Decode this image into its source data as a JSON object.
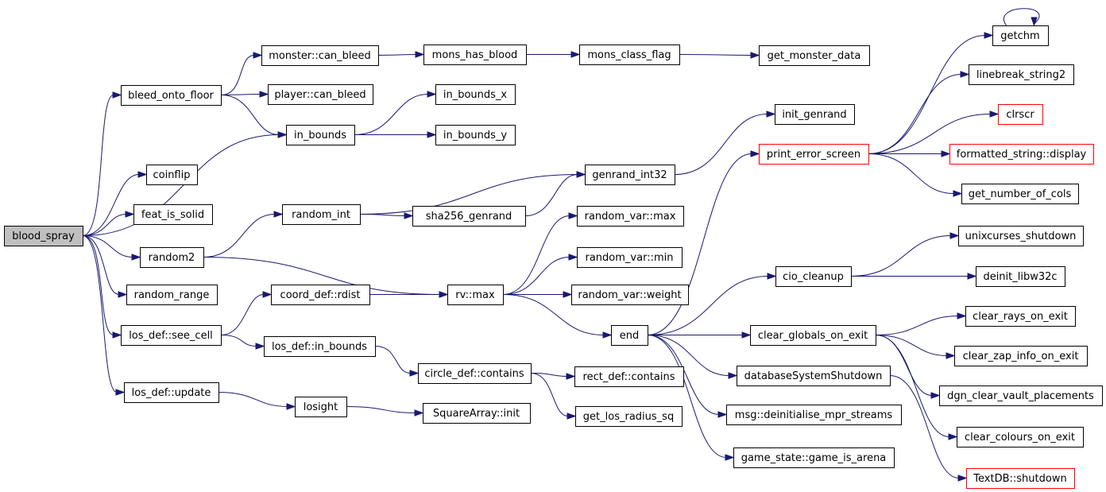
{
  "colors": {
    "node_border": "#000000",
    "node_fill": "#ffffff",
    "root_fill": "#bfbfbf",
    "truncated_border": "#ff0000",
    "edge": "#191970"
  },
  "nodes": [
    {
      "id": "blood_spray",
      "label": "blood_spray",
      "root": true
    },
    {
      "id": "bleed_onto_floor",
      "label": "bleed_onto_floor"
    },
    {
      "id": "coinflip",
      "label": "coinflip"
    },
    {
      "id": "feat_is_solid",
      "label": "feat_is_solid"
    },
    {
      "id": "random2",
      "label": "random2"
    },
    {
      "id": "random_range",
      "label": "random_range"
    },
    {
      "id": "los_def_see_cell",
      "label": "los_def::see_cell"
    },
    {
      "id": "los_def_update",
      "label": "los_def::update"
    },
    {
      "id": "monster_can_bleed",
      "label": "monster::can_bleed"
    },
    {
      "id": "player_can_bleed",
      "label": "player::can_bleed"
    },
    {
      "id": "in_bounds",
      "label": "in_bounds"
    },
    {
      "id": "mons_has_blood",
      "label": "mons_has_blood"
    },
    {
      "id": "mons_class_flag",
      "label": "mons_class_flag"
    },
    {
      "id": "get_monster_data",
      "label": "get_monster_data"
    },
    {
      "id": "in_bounds_x",
      "label": "in_bounds_x"
    },
    {
      "id": "in_bounds_y",
      "label": "in_bounds_y"
    },
    {
      "id": "random_int",
      "label": "random_int"
    },
    {
      "id": "sha256_genrand",
      "label": "sha256_genrand"
    },
    {
      "id": "genrand_int32",
      "label": "genrand_int32"
    },
    {
      "id": "init_genrand",
      "label": "init_genrand"
    },
    {
      "id": "rv_max",
      "label": "rv::max"
    },
    {
      "id": "random_var_max",
      "label": "random_var::max"
    },
    {
      "id": "random_var_min",
      "label": "random_var::min"
    },
    {
      "id": "random_var_weight",
      "label": "random_var::weight"
    },
    {
      "id": "end",
      "label": "end"
    },
    {
      "id": "coord_def_rdist",
      "label": "coord_def::rdist"
    },
    {
      "id": "los_def_in_bounds",
      "label": "los_def::in_bounds"
    },
    {
      "id": "circle_def_contains",
      "label": "circle_def::contains"
    },
    {
      "id": "rect_def_contains",
      "label": "rect_def::contains"
    },
    {
      "id": "get_los_radius_sq",
      "label": "get_los_radius_sq"
    },
    {
      "id": "losight",
      "label": "losight"
    },
    {
      "id": "squarearray_init",
      "label": "SquareArray::init"
    },
    {
      "id": "print_error_screen",
      "label": "print_error_screen",
      "truncated": true
    },
    {
      "id": "cio_cleanup",
      "label": "cio_cleanup"
    },
    {
      "id": "clear_globals_on_exit",
      "label": "clear_globals_on_exit"
    },
    {
      "id": "database_system_shutdown",
      "label": "databaseSystemShutdown"
    },
    {
      "id": "msg_deinitialise_mpr_streams",
      "label": "msg::deinitialise_mpr_streams"
    },
    {
      "id": "game_state_game_is_arena",
      "label": "game_state::game_is_arena"
    },
    {
      "id": "getchm",
      "label": "getchm"
    },
    {
      "id": "linebreak_string2",
      "label": "linebreak_string2"
    },
    {
      "id": "clrscr",
      "label": "clrscr",
      "truncated": true
    },
    {
      "id": "formatted_string_display",
      "label": "formatted_string::display",
      "truncated": true
    },
    {
      "id": "get_number_of_cols",
      "label": "get_number_of_cols"
    },
    {
      "id": "unixcurses_shutdown",
      "label": "unixcurses_shutdown"
    },
    {
      "id": "deinit_libw32c",
      "label": "deinit_libw32c"
    },
    {
      "id": "clear_rays_on_exit",
      "label": "clear_rays_on_exit"
    },
    {
      "id": "clear_zap_info_on_exit",
      "label": "clear_zap_info_on_exit"
    },
    {
      "id": "dgn_clear_vault_placements",
      "label": "dgn_clear_vault_placements"
    },
    {
      "id": "clear_colours_on_exit",
      "label": "clear_colours_on_exit"
    },
    {
      "id": "textdb_shutdown",
      "label": "TextDB::shutdown",
      "truncated": true
    }
  ],
  "edges": [
    [
      "blood_spray",
      "bleed_onto_floor"
    ],
    [
      "blood_spray",
      "in_bounds"
    ],
    [
      "blood_spray",
      "coinflip"
    ],
    [
      "blood_spray",
      "feat_is_solid"
    ],
    [
      "blood_spray",
      "random2"
    ],
    [
      "blood_spray",
      "random_range"
    ],
    [
      "blood_spray",
      "los_def_see_cell"
    ],
    [
      "blood_spray",
      "los_def_update"
    ],
    [
      "bleed_onto_floor",
      "monster_can_bleed"
    ],
    [
      "bleed_onto_floor",
      "player_can_bleed"
    ],
    [
      "bleed_onto_floor",
      "in_bounds"
    ],
    [
      "monster_can_bleed",
      "mons_has_blood"
    ],
    [
      "mons_has_blood",
      "mons_class_flag"
    ],
    [
      "mons_class_flag",
      "get_monster_data"
    ],
    [
      "in_bounds",
      "in_bounds_x"
    ],
    [
      "in_bounds",
      "in_bounds_y"
    ],
    [
      "random2",
      "random_int"
    ],
    [
      "random2",
      "rv_max"
    ],
    [
      "random_int",
      "genrand_int32"
    ],
    [
      "random_int",
      "sha256_genrand"
    ],
    [
      "sha256_genrand",
      "genrand_int32"
    ],
    [
      "genrand_int32",
      "init_genrand"
    ],
    [
      "los_def_see_cell",
      "coord_def_rdist"
    ],
    [
      "los_def_see_cell",
      "los_def_in_bounds"
    ],
    [
      "coord_def_rdist",
      "rv_max"
    ],
    [
      "los_def_in_bounds",
      "circle_def_contains"
    ],
    [
      "circle_def_contains",
      "rect_def_contains"
    ],
    [
      "circle_def_contains",
      "get_los_radius_sq"
    ],
    [
      "los_def_update",
      "losight"
    ],
    [
      "losight",
      "squarearray_init"
    ],
    [
      "rv_max",
      "random_var_max"
    ],
    [
      "rv_max",
      "random_var_min"
    ],
    [
      "rv_max",
      "random_var_weight"
    ],
    [
      "rv_max",
      "end"
    ],
    [
      "end",
      "print_error_screen"
    ],
    [
      "end",
      "cio_cleanup"
    ],
    [
      "end",
      "clear_globals_on_exit"
    ],
    [
      "end",
      "database_system_shutdown"
    ],
    [
      "end",
      "msg_deinitialise_mpr_streams"
    ],
    [
      "end",
      "game_state_game_is_arena"
    ],
    [
      "print_error_screen",
      "getchm"
    ],
    [
      "print_error_screen",
      "linebreak_string2"
    ],
    [
      "print_error_screen",
      "clrscr"
    ],
    [
      "print_error_screen",
      "formatted_string_display"
    ],
    [
      "print_error_screen",
      "get_number_of_cols"
    ],
    [
      "getchm",
      "getchm"
    ],
    [
      "cio_cleanup",
      "unixcurses_shutdown"
    ],
    [
      "cio_cleanup",
      "deinit_libw32c"
    ],
    [
      "clear_globals_on_exit",
      "clear_rays_on_exit"
    ],
    [
      "clear_globals_on_exit",
      "clear_zap_info_on_exit"
    ],
    [
      "clear_globals_on_exit",
      "dgn_clear_vault_placements"
    ],
    [
      "clear_globals_on_exit",
      "clear_colours_on_exit"
    ],
    [
      "database_system_shutdown",
      "textdb_shutdown"
    ]
  ]
}
